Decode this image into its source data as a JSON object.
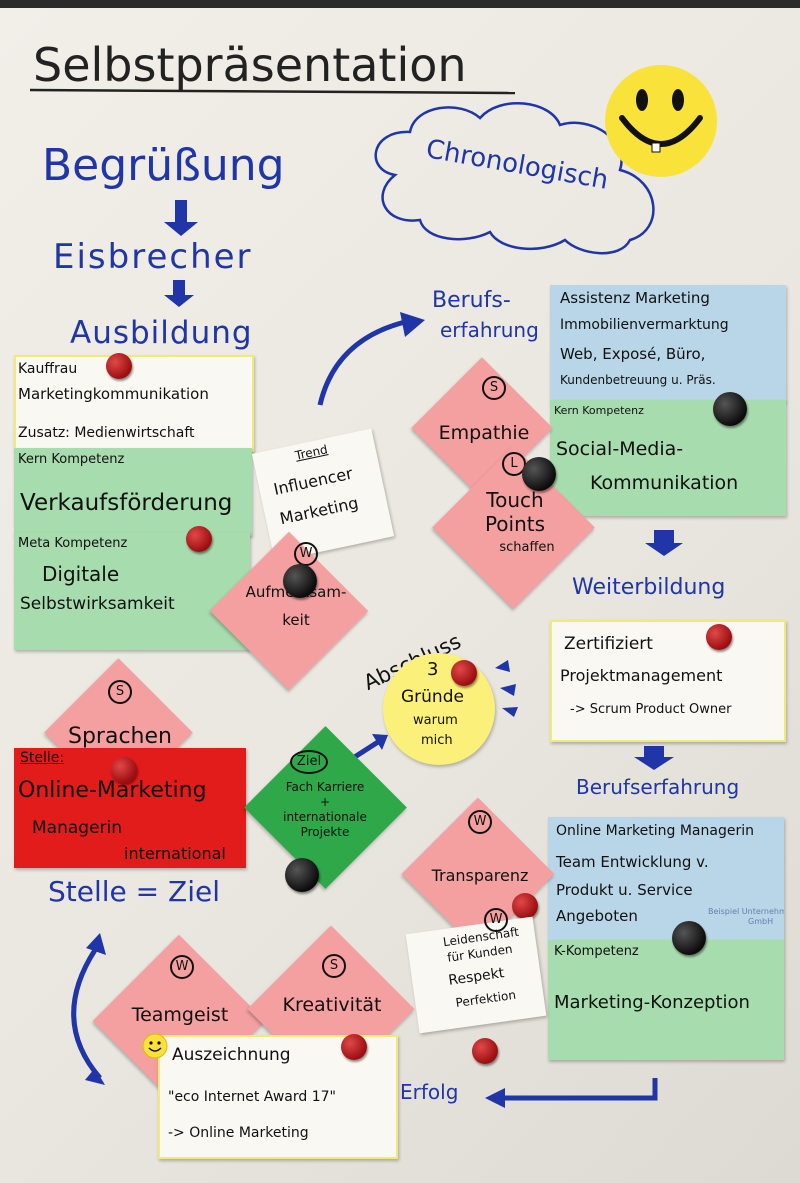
{
  "title": "Selbstpräsentation",
  "cloud": "Chronologisch",
  "flow": {
    "begruessung": "Begrüßung",
    "eisbrecher": "Eisbrecher",
    "ausbildung": "Ausbildung",
    "berufserfahrung_1": "Berufs-",
    "berufserfahrung_2": "erfahrung",
    "weiterbildung": "Weiterbildung",
    "berufserfahrung_b": "Berufserfahrung",
    "stelle_ziel": "Stelle = Ziel",
    "erfolg": "Erfolg",
    "abschluss": "Abschluss"
  },
  "notes": {
    "kauffrau": [
      "Kauffrau",
      "Marketingkommunikation",
      "Zusatz: Medienwirtschaft"
    ],
    "kern_kompetenz_label": "Kern Kompetenz",
    "verkaufsfoerderung": "Verkaufsförderung",
    "meta_kompetenz_label": "Meta Kompetenz",
    "digitale": "Digitale",
    "selbstwirksamkeit": "Selbstwirksamkeit",
    "trend": [
      "Trend",
      "Influencer",
      "Marketing"
    ],
    "aufmerksamkeit": [
      "Aufmerksam-",
      "keit"
    ],
    "assistenz": [
      "Assistenz Marketing",
      "Immobilienvermarktung",
      "Web, Exposé, Büro,",
      "Kundenbetreuung u. Präs."
    ],
    "empathie": "Empathie",
    "kern_kompetenz_2": "Kern Kompetenz",
    "social_media": [
      "Social-Media-",
      "Kommunikation"
    ],
    "touch_points": [
      "Touch",
      "Points",
      "schaffen"
    ],
    "zertifiziert": [
      "Zertifiziert",
      "Projektmanagement",
      "-> Scrum Product Owner"
    ],
    "gruende": [
      "3",
      "Gründe",
      "warum",
      "mich"
    ],
    "sprachen": "Sprachen",
    "stelle": [
      "Stelle:",
      "Online-Marketing",
      "Managerin",
      "international"
    ],
    "ziel": [
      "Ziel",
      "Fach Karriere",
      "+",
      "internationale",
      "Projekte"
    ],
    "online_marketing_managerin": [
      "Online Marketing Managerin",
      "Team Entwicklung v.",
      "Produkt u. Service",
      "Angeboten"
    ],
    "beispiel": [
      "Beispiel Unternehmen",
      "GmbH"
    ],
    "transparenz": "Transparenz",
    "leidenschaft": [
      "Leidenschaft",
      "für Kunden",
      "Respekt",
      "Perfektion"
    ],
    "k_kompetenz": "K-Kompetenz",
    "marketing_konzeption": "Marketing-Konzeption",
    "teamgeist": "Teamgeist",
    "kreativitaet": "Kreativität",
    "auszeichnung": [
      "Auszeichnung",
      "\"eco Internet Award 17\"",
      "-> Online Marketing"
    ]
  },
  "badges": {
    "s": "S",
    "w": "W",
    "l": "L"
  },
  "colors": {
    "marker_blue": "#1f35a8",
    "pink_note": "#f4a0a0",
    "green_note": "#a7dcae",
    "blue_note": "#b9d6e8",
    "yellow_note": "#fbf07a",
    "red_note": "#e21b1b",
    "dark_green_note": "#2fa84a",
    "white_note": "#faf8f3",
    "smiley_yellow": "#f9e23a"
  }
}
